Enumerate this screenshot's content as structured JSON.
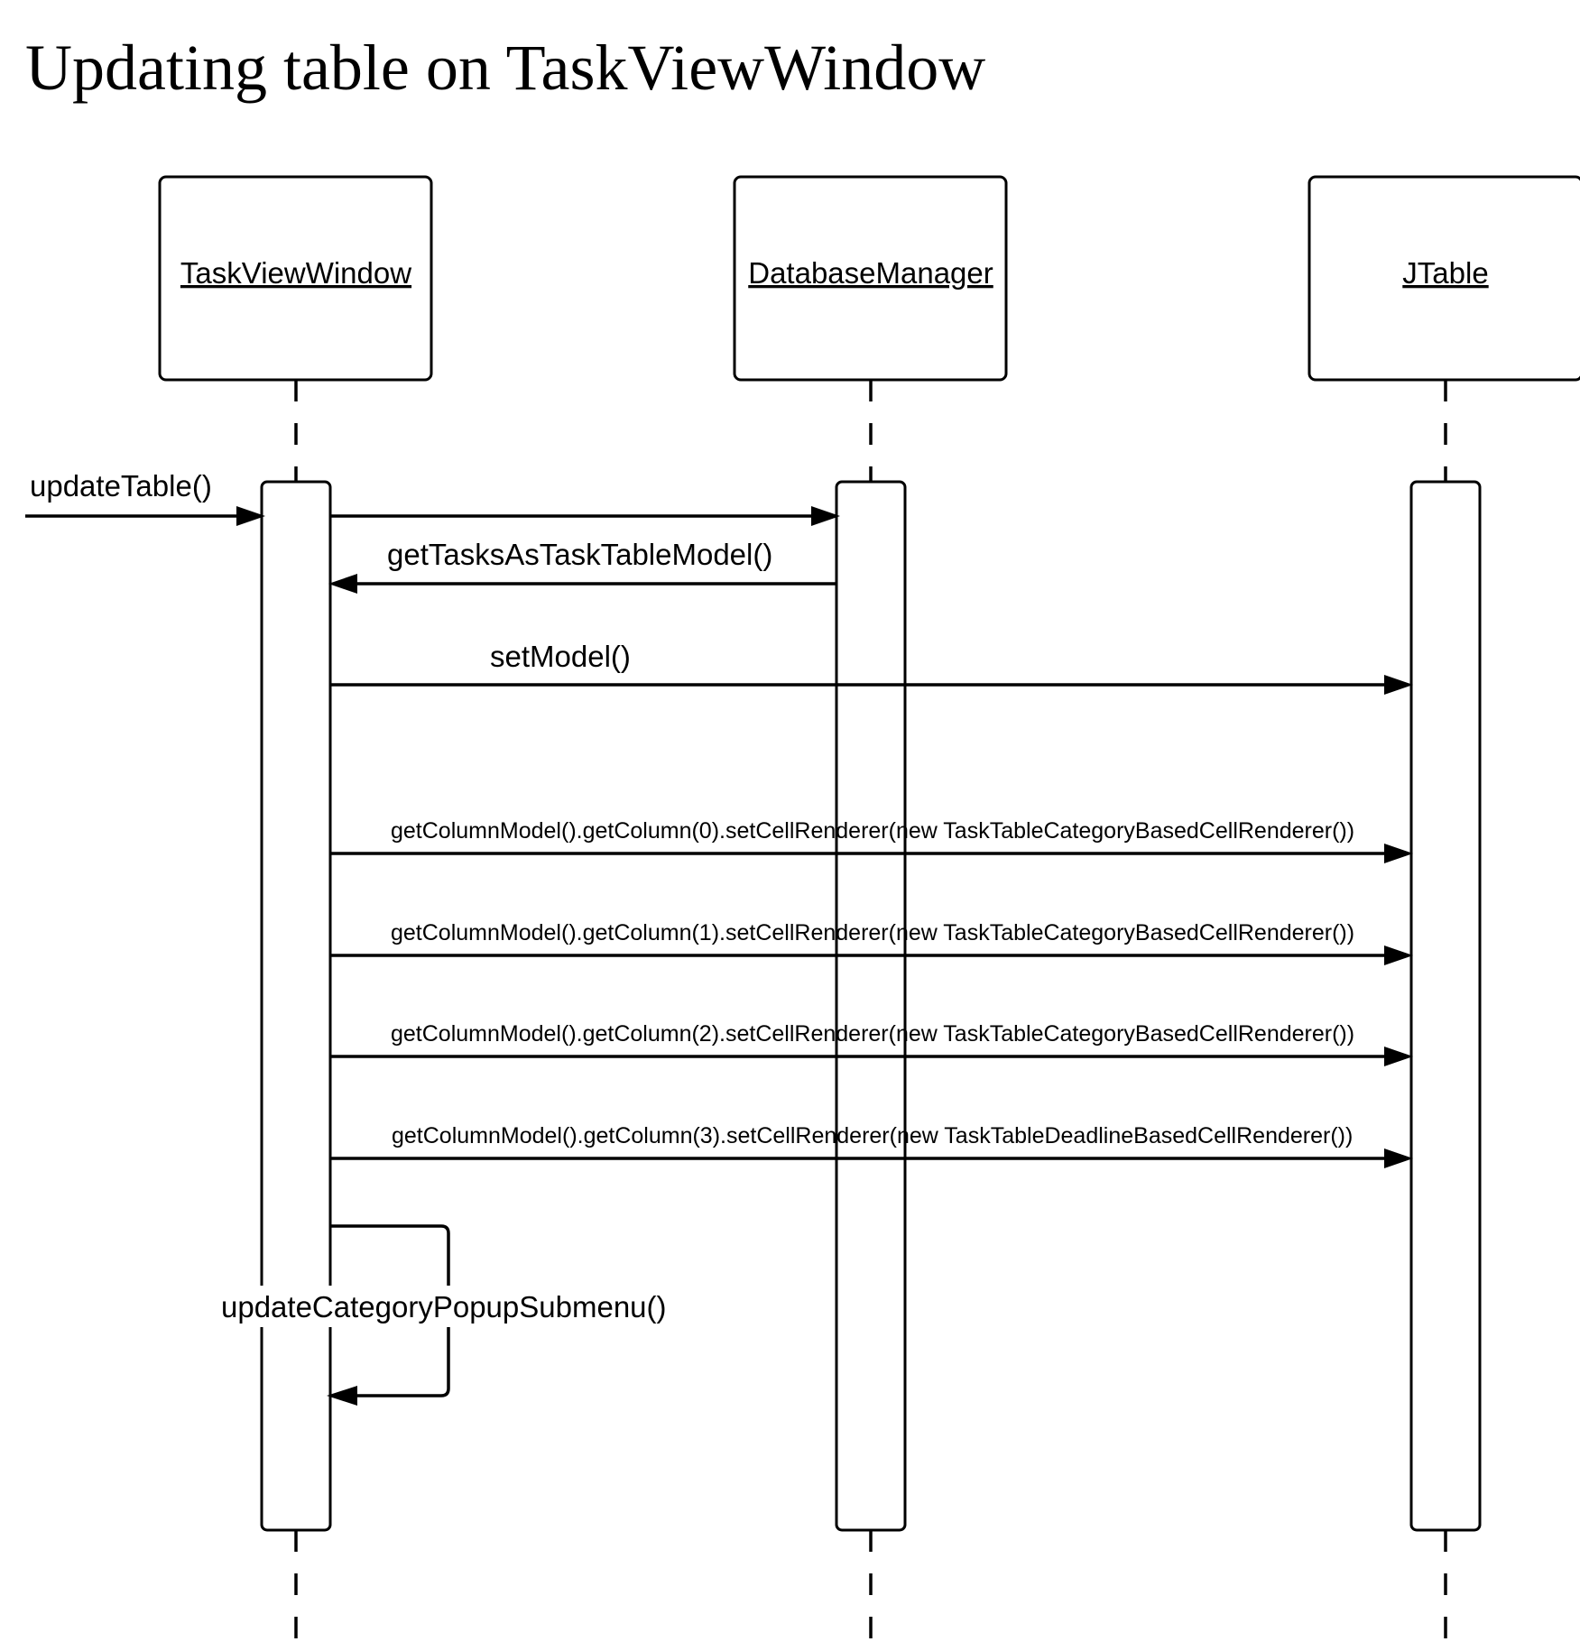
{
  "title": "Updating table on TaskViewWindow",
  "participants": [
    {
      "name": "TaskViewWindow"
    },
    {
      "name": "DatabaseManager"
    },
    {
      "name": "JTable"
    }
  ],
  "messages": [
    {
      "id": "m0",
      "label": "updateTable()",
      "from": "external",
      "to": "TaskViewWindow"
    },
    {
      "id": "m1",
      "label": "",
      "from": "TaskViewWindow",
      "to": "DatabaseManager"
    },
    {
      "id": "m2",
      "label": "getTasksAsTaskTableModel()",
      "from": "DatabaseManager",
      "to": "TaskViewWindow"
    },
    {
      "id": "m3",
      "label": "setModel()",
      "from": "TaskViewWindow",
      "to": "JTable"
    },
    {
      "id": "m4",
      "label": "getColumnModel().getColumn(0).setCellRenderer(new TaskTableCategoryBasedCellRenderer())",
      "from": "TaskViewWindow",
      "to": "JTable"
    },
    {
      "id": "m5",
      "label": "getColumnModel().getColumn(1).setCellRenderer(new TaskTableCategoryBasedCellRenderer())",
      "from": "TaskViewWindow",
      "to": "JTable"
    },
    {
      "id": "m6",
      "label": "getColumnModel().getColumn(2).setCellRenderer(new TaskTableCategoryBasedCellRenderer())",
      "from": "TaskViewWindow",
      "to": "JTable"
    },
    {
      "id": "m7",
      "label": "getColumnModel().getColumn(3).setCellRenderer(new TaskTableDeadlineBasedCellRenderer())",
      "from": "TaskViewWindow",
      "to": "JTable"
    },
    {
      "id": "m8",
      "label": "updateCategoryPopupSubmenu()",
      "from": "TaskViewWindow",
      "to": "TaskViewWindow"
    }
  ]
}
